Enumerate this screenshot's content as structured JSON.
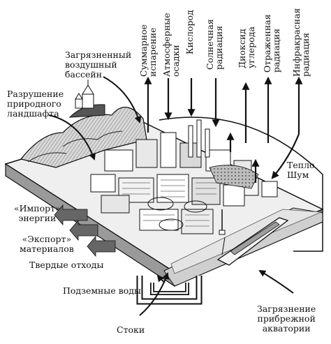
{
  "labels": {
    "polluted_air_basin": "Загрязненный\nвоздушный\nбассейн",
    "landscape_destruction": "Разрушение\nприродного\nландшафта",
    "energy_import": "«Импорт»\nэнергии",
    "materials_export": "«Экспорт»\nматериалов",
    "solid_waste": "Твердые отходы",
    "groundwater": "Подземные воды",
    "sewage": "Стоки",
    "coastal_pollution": "Загрязнение\nприбрежной\nакватории",
    "heat_noise": "Тепло\nШум"
  },
  "flows": {
    "evaporation": "Суммарное\nиспарение",
    "precipitation": "Атмосферные\nосадки",
    "oxygen": "Кислород",
    "solar": "Солнечная\nрадиация",
    "co2": "Диоксид\nуглерода",
    "reflected": "Отраженная\nрадиация",
    "infrared": "Инфракрасная\nрадиация"
  }
}
